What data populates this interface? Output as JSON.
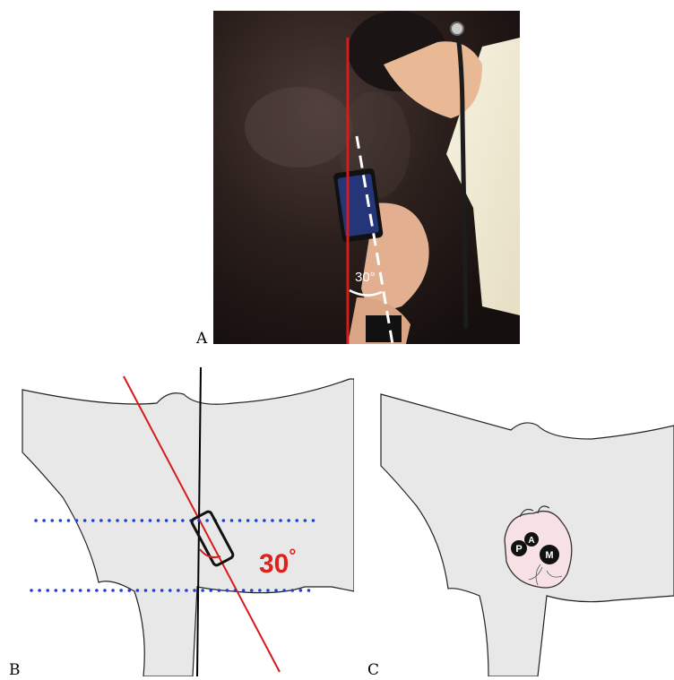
{
  "panels": {
    "a": {
      "label": "A",
      "angle_text": "30°"
    },
    "b": {
      "label": "B",
      "angle_value": "30",
      "angle_degree": "°"
    },
    "c": {
      "label": "C",
      "heart_markers": [
        "P",
        "A",
        "M"
      ]
    }
  },
  "colors": {
    "vertical_line_red": "#d61b1b",
    "horse_body_fill": "#e8e8e8",
    "dotted_line_blue": "#1f3fd6",
    "angle_text_red": "#e0201c",
    "heart_fill": "#f7e1e4",
    "horse_coat": "#2a1d1a"
  }
}
